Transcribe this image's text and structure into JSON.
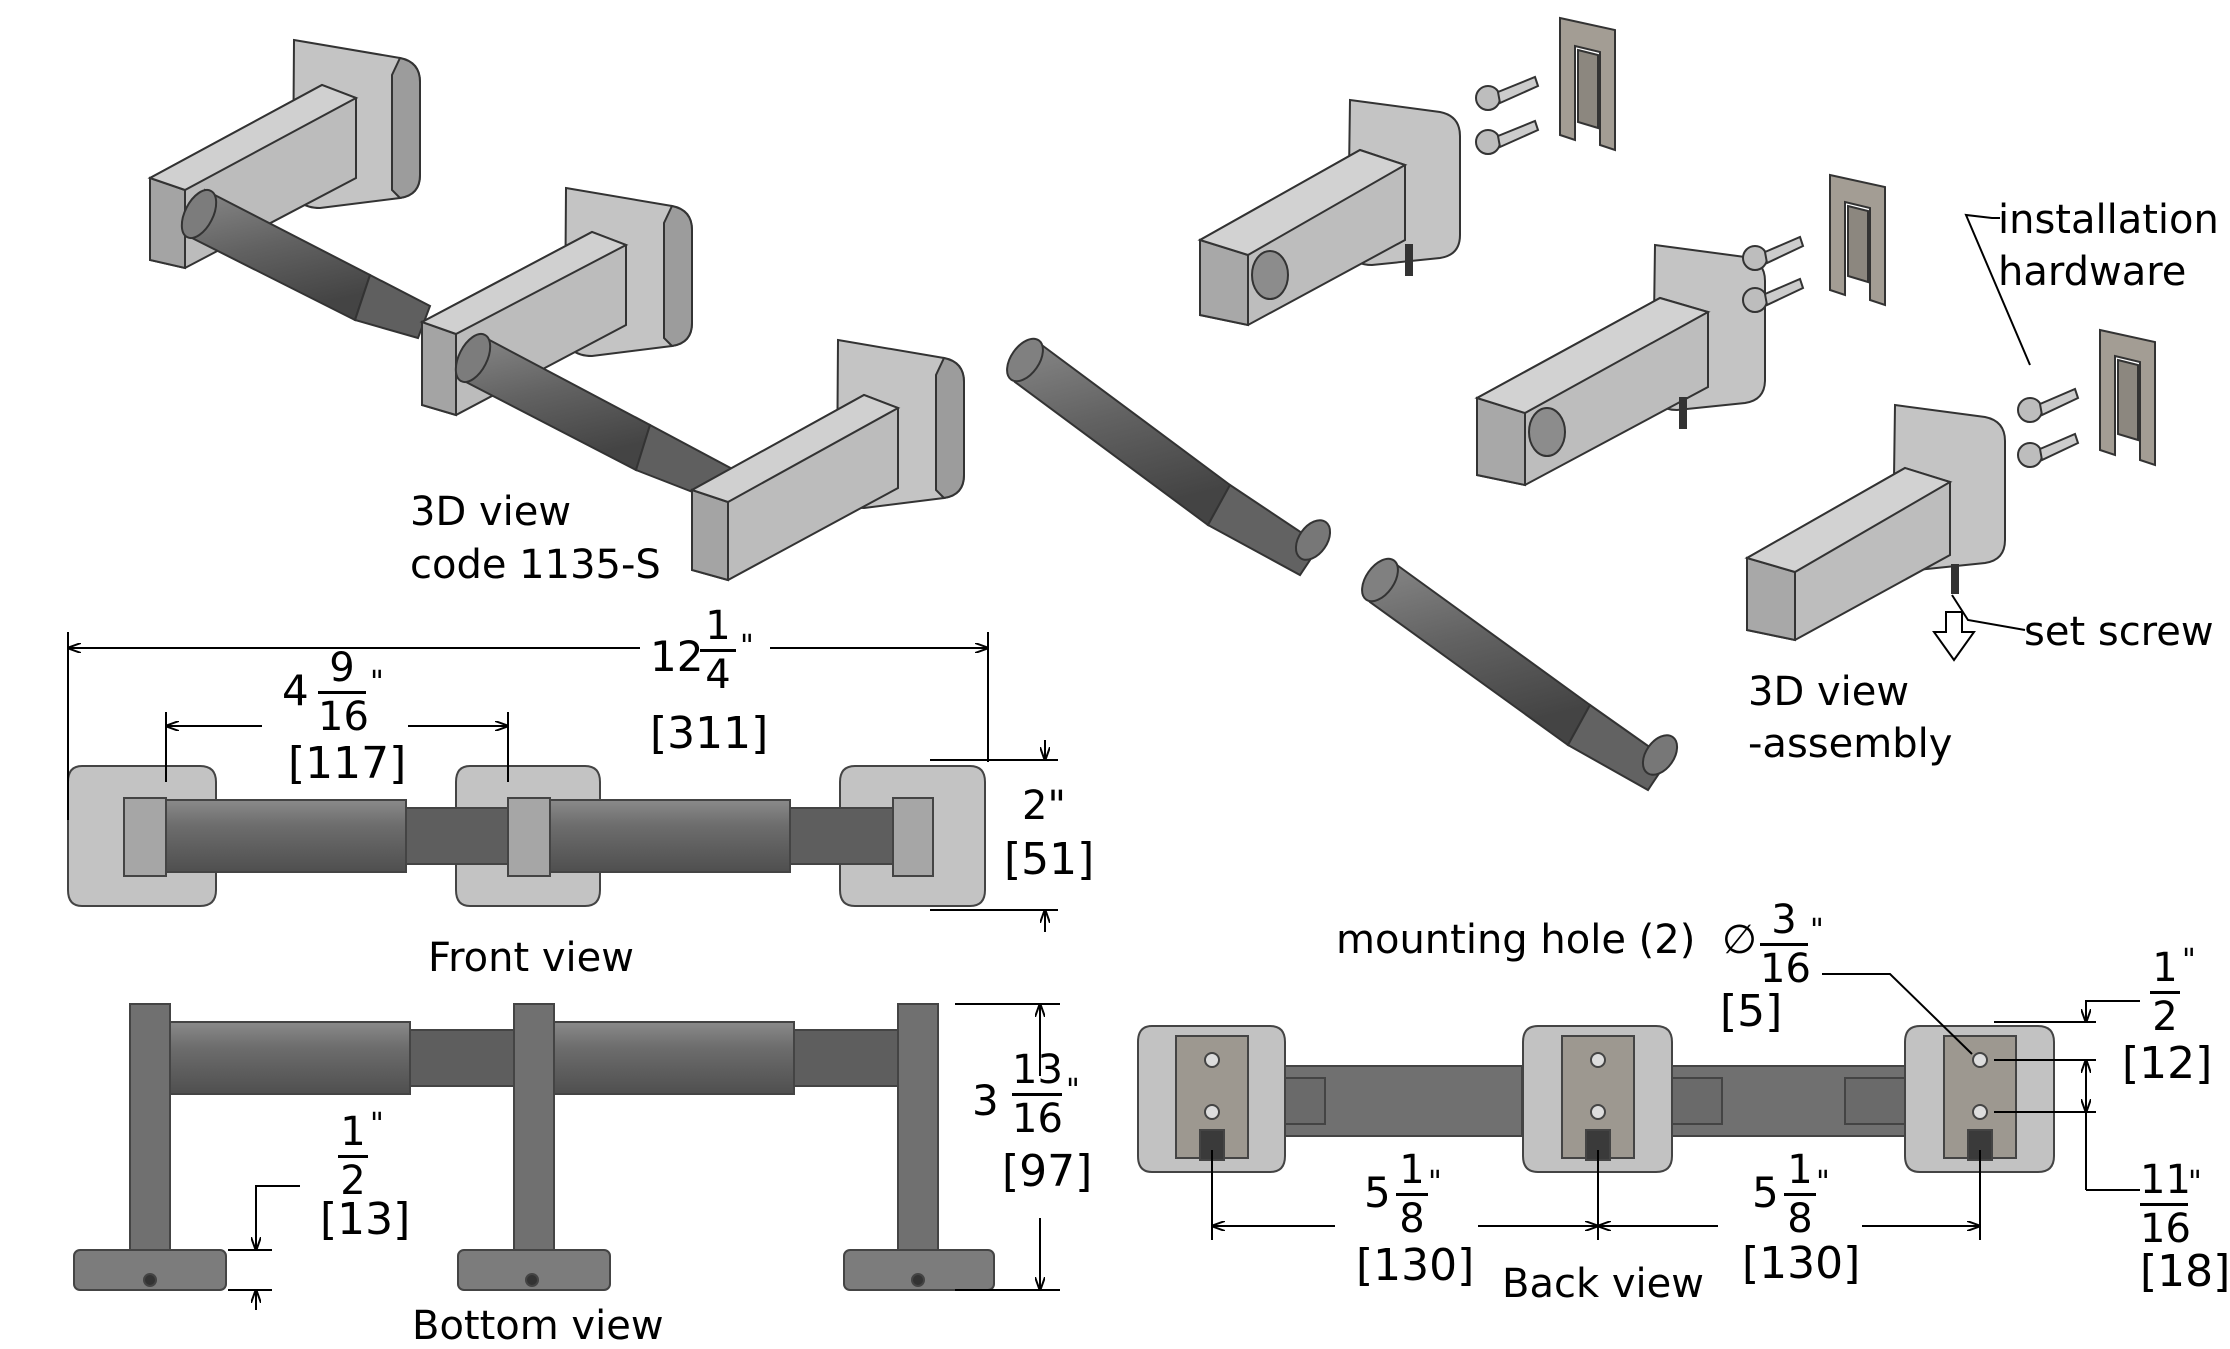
{
  "views": {
    "iso_product": {
      "title": "3D view",
      "code": "code 1135-S"
    },
    "iso_assembly": {
      "title": "3D view",
      "subtitle": "-assembly"
    },
    "front": {
      "title": "Front view"
    },
    "bottom": {
      "title": "Bottom view"
    },
    "back": {
      "title": "Back view"
    }
  },
  "callouts": {
    "installation_hardware": [
      "installation",
      "hardware"
    ],
    "set_screw": "set screw",
    "mounting_hole": "mounting hole (2)",
    "diameter_symbol": "∅"
  },
  "dimensions": {
    "overall_width": {
      "whole": "12",
      "num": "1",
      "den": "4",
      "unit": "\"",
      "metric": "[311]"
    },
    "post_spacing": {
      "whole": "4",
      "num": "9",
      "den": "16",
      "unit": "\"",
      "metric": "[117]"
    },
    "height": {
      "imperial": "2\"",
      "metric": "[51]"
    },
    "depth": {
      "whole": "3",
      "num": "13",
      "den": "16",
      "unit": "\"",
      "metric": "[97]"
    },
    "base_thickness": {
      "num": "1",
      "den": "2",
      "unit": "\"",
      "metric": "[13]"
    },
    "hole_diameter": {
      "num": "3",
      "den": "16",
      "unit": "\"",
      "metric": "[5]"
    },
    "hole_top_offset": {
      "num": "1",
      "den": "2",
      "unit": "\"",
      "metric": "[12]"
    },
    "hole_spacing": {
      "num": "11",
      "den": "16",
      "unit": "\"",
      "metric": "[18]"
    },
    "back_spacing_left": {
      "whole": "5",
      "num": "1",
      "den": "8",
      "unit": "\"",
      "metric": "[130]"
    },
    "back_spacing_right": {
      "whole": "5",
      "num": "1",
      "den": "8",
      "unit": "\"",
      "metric": "[130]"
    }
  },
  "colors": {
    "flange": "#c2c2c2",
    "flange_edge": "#9a9a9a",
    "post": "#a9a9a9",
    "roller": "#6e6e6e",
    "roller_dark": "#575757",
    "clip": "#9d9890",
    "line": "#000000"
  }
}
